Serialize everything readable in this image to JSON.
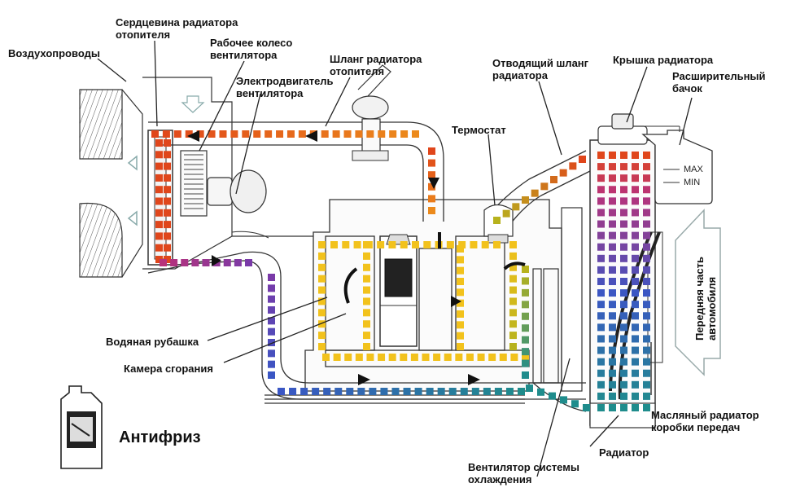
{
  "labels": {
    "air_ducts": "Воздухопроводы",
    "heater_core": "Сердцевина радиатора\nотопителя",
    "fan_wheel": "Рабочее колесо\nвентилятора",
    "fan_motor": "Электродвигатель\nвентилятора",
    "heater_hose": "Шланг радиатора\nотопителя",
    "outlet_hose": "Отводящий шланг\nрадиатора",
    "radiator_cap": "Крышка радиатора",
    "expansion_tank": "Расширительный\nбачок",
    "thermostat": "Термостат",
    "water_jacket": "Водяная рубашка",
    "combustion_chamber": "Камера сгорания",
    "antifreeze": "Антифриз",
    "cooling_fan": "Вентилятор системы\nохлаждения",
    "radiator": "Радиатор",
    "trans_oil_cooler": "Масляный радиатор\nкоробки передач",
    "front_of_car": "Передняя часть\nавтомобиля",
    "max": "MAX",
    "min": "MIN"
  },
  "colors": {
    "hot": "#e0461b",
    "warm": "#ec8a1c",
    "mid": "#f2c21c",
    "olive": "#b7b21d",
    "teal": "#1f8c8c",
    "blue": "#3a56c4",
    "purple": "#7a3aa8",
    "magenta": "#b8327a",
    "line": "#333333"
  }
}
